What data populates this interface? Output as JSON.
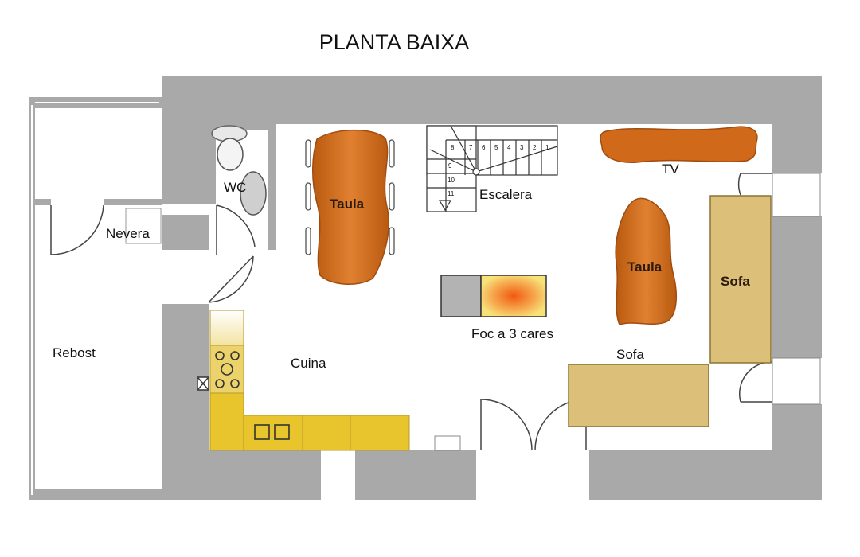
{
  "title": "PLANTA BAIXA",
  "rooms": {
    "wc": "WC",
    "nevera": "Nevera",
    "rebost": "Rebost",
    "cuina": "Cuina",
    "escalera": "Escalera",
    "foc": "Foc a 3 cares",
    "sofa_bottom": "Sofa",
    "tv": "TV"
  },
  "furniture": {
    "taula_left": "Taula",
    "taula_right": "Taula",
    "sofa_right": "Sofa"
  },
  "stairs": {
    "steps_top": [
      "8",
      "7",
      "6",
      "5",
      "4",
      "3",
      "2",
      "1"
    ],
    "steps_left": [
      "9",
      "10",
      "11"
    ]
  },
  "colors": {
    "wall": "#a9a9a9",
    "wood": "#d9751f",
    "wood_dark": "#b85a10",
    "sofa": "#dcc07a",
    "counter": "#e8c52c",
    "fire": "#f07a1a"
  }
}
